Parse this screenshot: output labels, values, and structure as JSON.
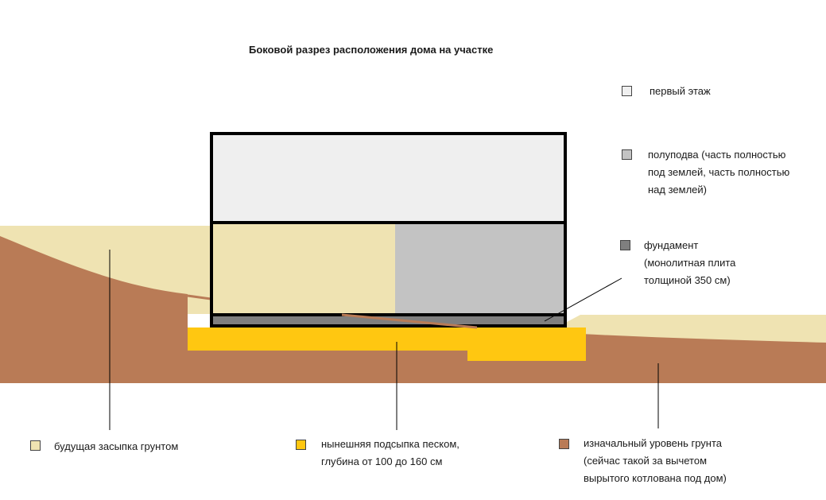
{
  "title": "Боковой разрез расположения дома на участке",
  "legend": {
    "first_floor": {
      "text": "первый этаж",
      "color": "#efefef"
    },
    "half_basement": {
      "lines": [
        "полуподва (часть полностью",
        "под землей, часть полностью",
        "над землей)"
      ],
      "color": "#c3c3c3"
    },
    "foundation": {
      "lines": [
        "фундамент",
        "(монолитная плита",
        "толщиной 350 см)"
      ],
      "color": "#7f7f7f"
    },
    "future_backfill": {
      "text": "будущая засыпка грунтом",
      "color": "#efe3b2"
    },
    "sand_fill": {
      "lines": [
        "нынешняя подсыпка песком,",
        "глубина от 100 до 160 см"
      ],
      "color": "#ffc711"
    },
    "original_ground": {
      "lines": [
        "изначальный уровень грунта",
        "(сейчас такой за вычетом",
        "вырытого котлована под дом)"
      ],
      "color": "#b97b56"
    }
  }
}
